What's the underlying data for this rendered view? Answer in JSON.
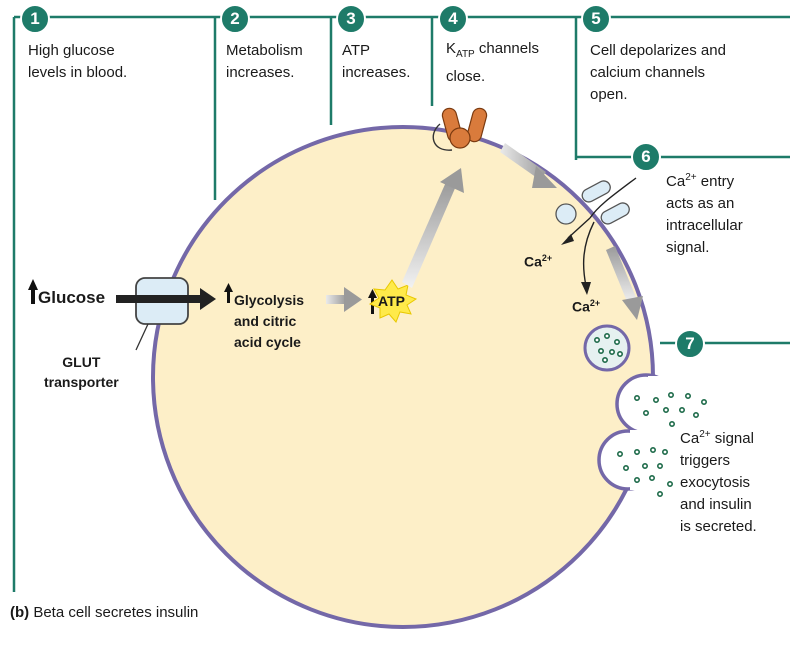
{
  "steps": [
    {
      "num": "1",
      "text": "High glucose\nlevels in blood."
    },
    {
      "num": "2",
      "text": "Metabolism\nincreases."
    },
    {
      "num": "3",
      "text": "ATP\nincreases."
    },
    {
      "num": "4",
      "text_main": "K",
      "text_sub": "ATP",
      "text_rest": " channels\nclose."
    },
    {
      "num": "5",
      "text": "Cell depolarizes  and\ncalcium channels\nopen."
    },
    {
      "num": "6",
      "text_pre": "Ca",
      "text_sup": "2+",
      "text_rest": " entry\nacts as an\nintracellular\nsignal."
    },
    {
      "num": "7",
      "text_pre": "Ca",
      "text_sup": "2+",
      "text_rest": " signal\ntriggers\nexocytosis\nand insulin\nis secreted."
    }
  ],
  "labels": {
    "glucose": "Glucose",
    "glut": "GLUT\ntransporter",
    "glycolysis": "Glycolysis\nand citric\nacid cycle",
    "atp": "ATP",
    "ca_base": "Ca",
    "ca_sup": "2+"
  },
  "caption": {
    "bold": "(b)",
    "text": " Beta cell secretes insulin"
  },
  "colors": {
    "teal": "#1e7b69",
    "cell_fill": "#fdefc8",
    "membrane": "#7468a8",
    "orange": "#d97b3c",
    "ion": "#d8ecf5"
  }
}
